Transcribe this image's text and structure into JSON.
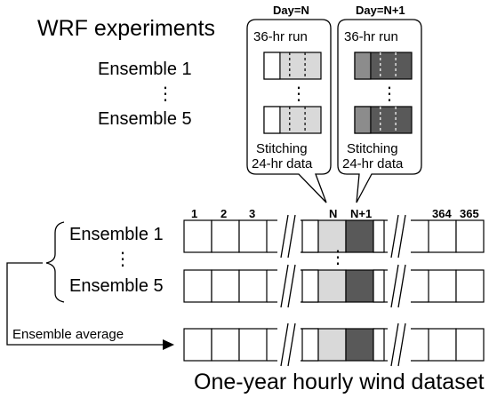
{
  "title": "WRF experiments",
  "ensemble_first": "Ensemble 1",
  "ensemble_last": "Ensemble 5",
  "ensemble_ellipsis": "⋮",
  "day_n_header": "Day=N",
  "day_n1_header": "Day=N+1",
  "bubble_run_label": "36-hr run",
  "bubble_stitch_line1": "Stitching",
  "bubble_stitch_line2": "24-hr data",
  "day_labels": {
    "d1": "1",
    "d2": "2",
    "d3": "3",
    "dn": "N",
    "dn1": "N+1",
    "d364": "364",
    "d365": "365"
  },
  "ensemble_average_label": "Ensemble average",
  "dataset_label": "One-year hourly wind dataset",
  "colors": {
    "light_gray": "#d9d9d9",
    "dark_gray": "#595959",
    "line": "#000000"
  }
}
